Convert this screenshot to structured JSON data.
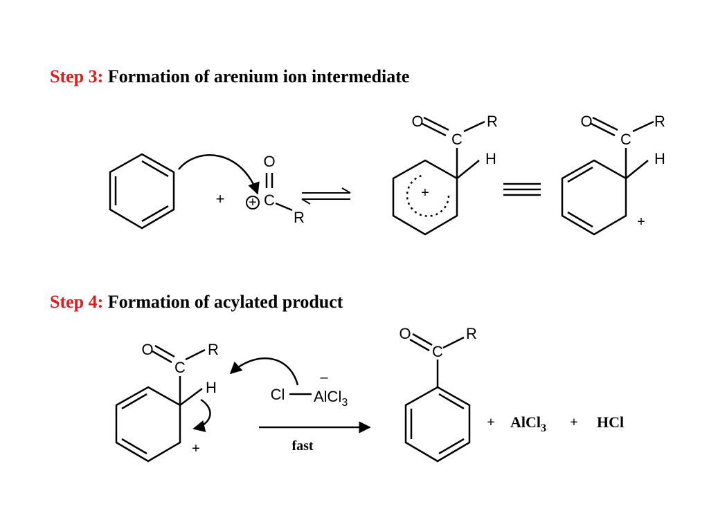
{
  "step3": {
    "label": "Step 3:",
    "title": "Formation of arenium ion intermediate",
    "plus": "+",
    "acylium": {
      "o": "O",
      "c": "C",
      "r": "R",
      "charge": "+"
    },
    "arenium": {
      "o": "O",
      "c": "C",
      "r": "R",
      "h": "H",
      "charge": "+"
    },
    "arenium_alt": {
      "o": "O",
      "c": "C",
      "r": "R",
      "h": "H",
      "charge": "+"
    }
  },
  "step4": {
    "label": "Step 4:",
    "title": "Formation of acylated product",
    "intermediate": {
      "o": "O",
      "c": "C",
      "r": "R",
      "h": "H",
      "charge": "+"
    },
    "base": {
      "cl": "Cl",
      "al": "AlCl",
      "sub": "3",
      "charge": "–"
    },
    "arrow_label": "fast",
    "product": {
      "o": "O",
      "c": "C",
      "r": "R"
    },
    "byproducts": {
      "plus1": "+",
      "alcl": "AlCl",
      "sub": "3",
      "plus2": "+",
      "hcl": "HCl"
    }
  },
  "colors": {
    "step_label": "#e01b1b",
    "text": "#000000",
    "background": "#ffffff"
  }
}
